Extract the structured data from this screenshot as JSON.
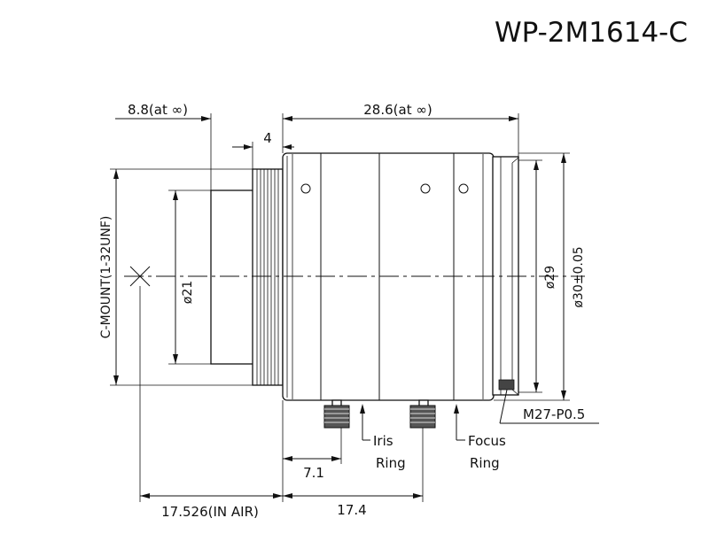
{
  "title": "WP-2M1614-C",
  "dimensions": {
    "flange_back": "8.8(at ∞)",
    "body_length": "28.6(at ∞)",
    "mount_length": "4",
    "mount_thread": "C-MOUNT(1-32UNF)",
    "rear_diameter": "ø21",
    "inner_diameter": "ø29",
    "outer_diameter": "ø30±0.05",
    "filter_thread": "M27-P0.5",
    "iris_offset": "7.1",
    "focus_offset": "17.4",
    "sensor_distance": "17.526(IN AIR)"
  },
  "callouts": {
    "iris_ring": [
      "Iris",
      "Ring"
    ],
    "focus_ring": [
      "Focus",
      "Ring"
    ]
  }
}
